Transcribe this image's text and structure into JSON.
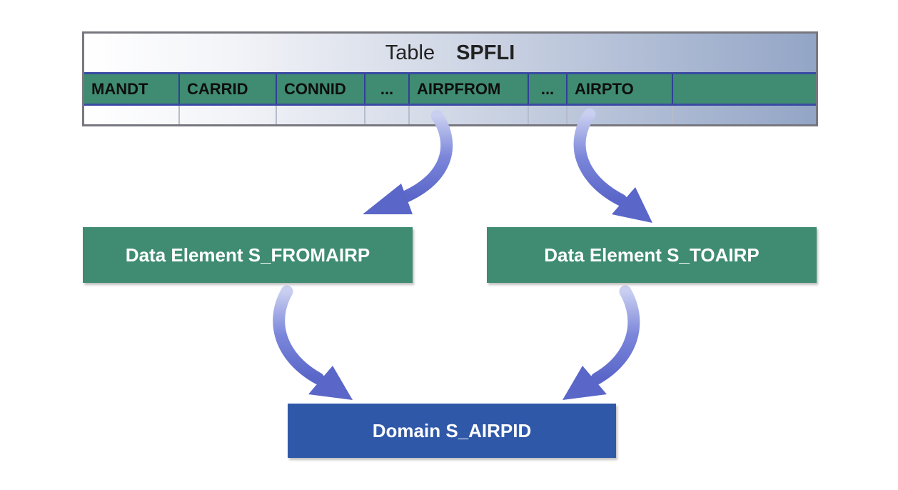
{
  "table": {
    "label": "Table",
    "name": "SPFLI",
    "columns": [
      "MANDT",
      "CARRID",
      "CONNID",
      "...",
      "AIRPFROM",
      "...",
      "AIRPTO",
      ""
    ]
  },
  "data_elements": {
    "from": "Data Element S_FROMAIRP",
    "to": "Data Element S_TOAIRP"
  },
  "domain": {
    "label": "Domain S_AIRPID"
  },
  "colors": {
    "field_green": "#3f8c72",
    "domain_blue": "#2f58a8",
    "arrow": "#6b78d4",
    "column_border": "#3a4aa2"
  }
}
